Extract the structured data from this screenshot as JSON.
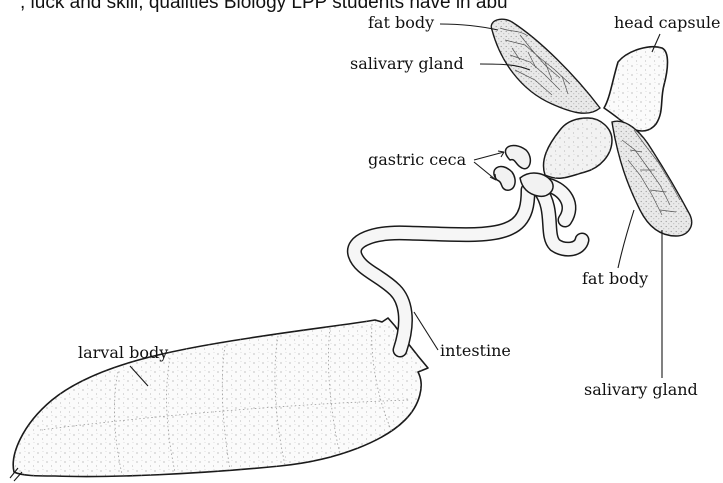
{
  "header": {
    "cut_off_caption": ", luck and skill, qualities Biology LPP students have in abu"
  },
  "labels": {
    "fat_body_top": "fat body",
    "salivary_gland_top": "salivary gland",
    "head_capsule": "head capsule",
    "gastric_ceca": "gastric ceca",
    "fat_body_right": "fat body",
    "larval_body": "larval body",
    "intestine": "intestine",
    "salivary_gland_bottom": "salivary gland"
  },
  "colors": {
    "ink": "#1a1a1a",
    "background": "#ffffff"
  }
}
